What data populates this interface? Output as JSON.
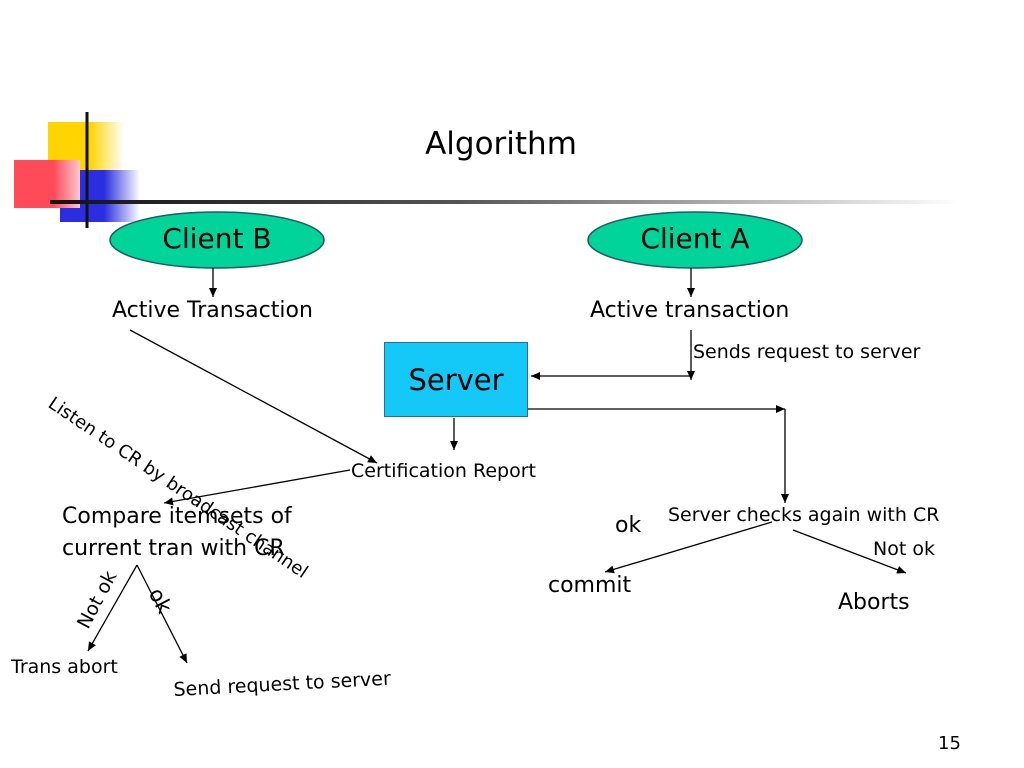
{
  "slide": {
    "title": "Algorithm",
    "page_number": "15"
  },
  "nodes": {
    "client_b": "Client B",
    "client_a": "Client A",
    "server": "Server"
  },
  "labels": {
    "active_transaction_b": "Active Transaction",
    "active_transaction_a": "Active transaction",
    "sends_request": "Sends request to server",
    "listen_cr": "Listen to CR by broadcast channel",
    "certification_report": "Certification Report",
    "compare_line1": "Compare itemsets of",
    "compare_line2": "current tran with CR",
    "not_ok_left": "Not ok",
    "ok_left": "ok",
    "trans_abort": "Trans abort",
    "send_request": "Send request to server",
    "server_checks": "Server checks again with CR",
    "ok_right": "ok",
    "not_ok_right": "Not ok",
    "commit": "commit",
    "aborts": "Aborts"
  },
  "colors": {
    "ellipse_fill": "#00d49a",
    "server_fill": "#14c8f8",
    "logo_yellow": "#ffd400",
    "logo_red": "#ff4a5a",
    "logo_blue": "#2a2ee0"
  }
}
